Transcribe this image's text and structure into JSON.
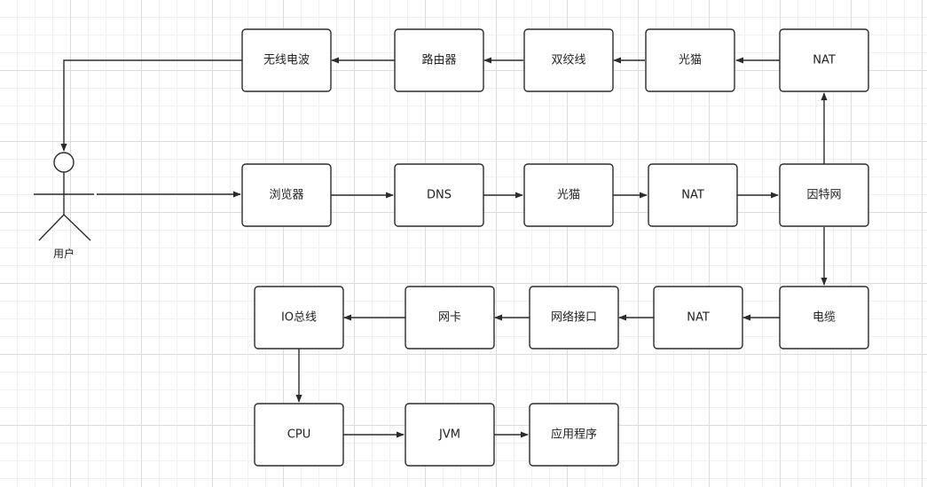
{
  "diagram": {
    "actor": {
      "label": "用户"
    },
    "nodes": {
      "wireless": "无线电波",
      "router": "路由器",
      "twisted_pair": "双绞线",
      "modem_top": "光猫",
      "nat_top": "NAT",
      "browser": "浏览器",
      "dns": "DNS",
      "modem_mid": "光猫",
      "nat_mid": "NAT",
      "internet": "因特网",
      "cable": "电缆",
      "nat_bottom": "NAT",
      "net_interface": "网络接口",
      "nic": "网卡",
      "io_bus": "IO总线",
      "cpu": "CPU",
      "jvm": "JVM",
      "application": "应用程序"
    },
    "edges": [
      [
        "actor",
        "browser"
      ],
      [
        "browser",
        "dns"
      ],
      [
        "dns",
        "modem_mid"
      ],
      [
        "modem_mid",
        "nat_mid"
      ],
      [
        "nat_mid",
        "internet"
      ],
      [
        "internet",
        "nat_top"
      ],
      [
        "nat_top",
        "modem_top"
      ],
      [
        "modem_top",
        "twisted_pair"
      ],
      [
        "twisted_pair",
        "router"
      ],
      [
        "router",
        "wireless"
      ],
      [
        "wireless",
        "actor"
      ],
      [
        "internet",
        "cable"
      ],
      [
        "cable",
        "nat_bottom"
      ],
      [
        "nat_bottom",
        "net_interface"
      ],
      [
        "net_interface",
        "nic"
      ],
      [
        "nic",
        "io_bus"
      ],
      [
        "io_bus",
        "cpu"
      ],
      [
        "cpu",
        "jvm"
      ],
      [
        "jvm",
        "application"
      ]
    ],
    "colors": {
      "stroke": "#2b2b2b",
      "box_fill": "#ffffff",
      "text": "#222222",
      "grid": "#dcdcdc"
    }
  }
}
